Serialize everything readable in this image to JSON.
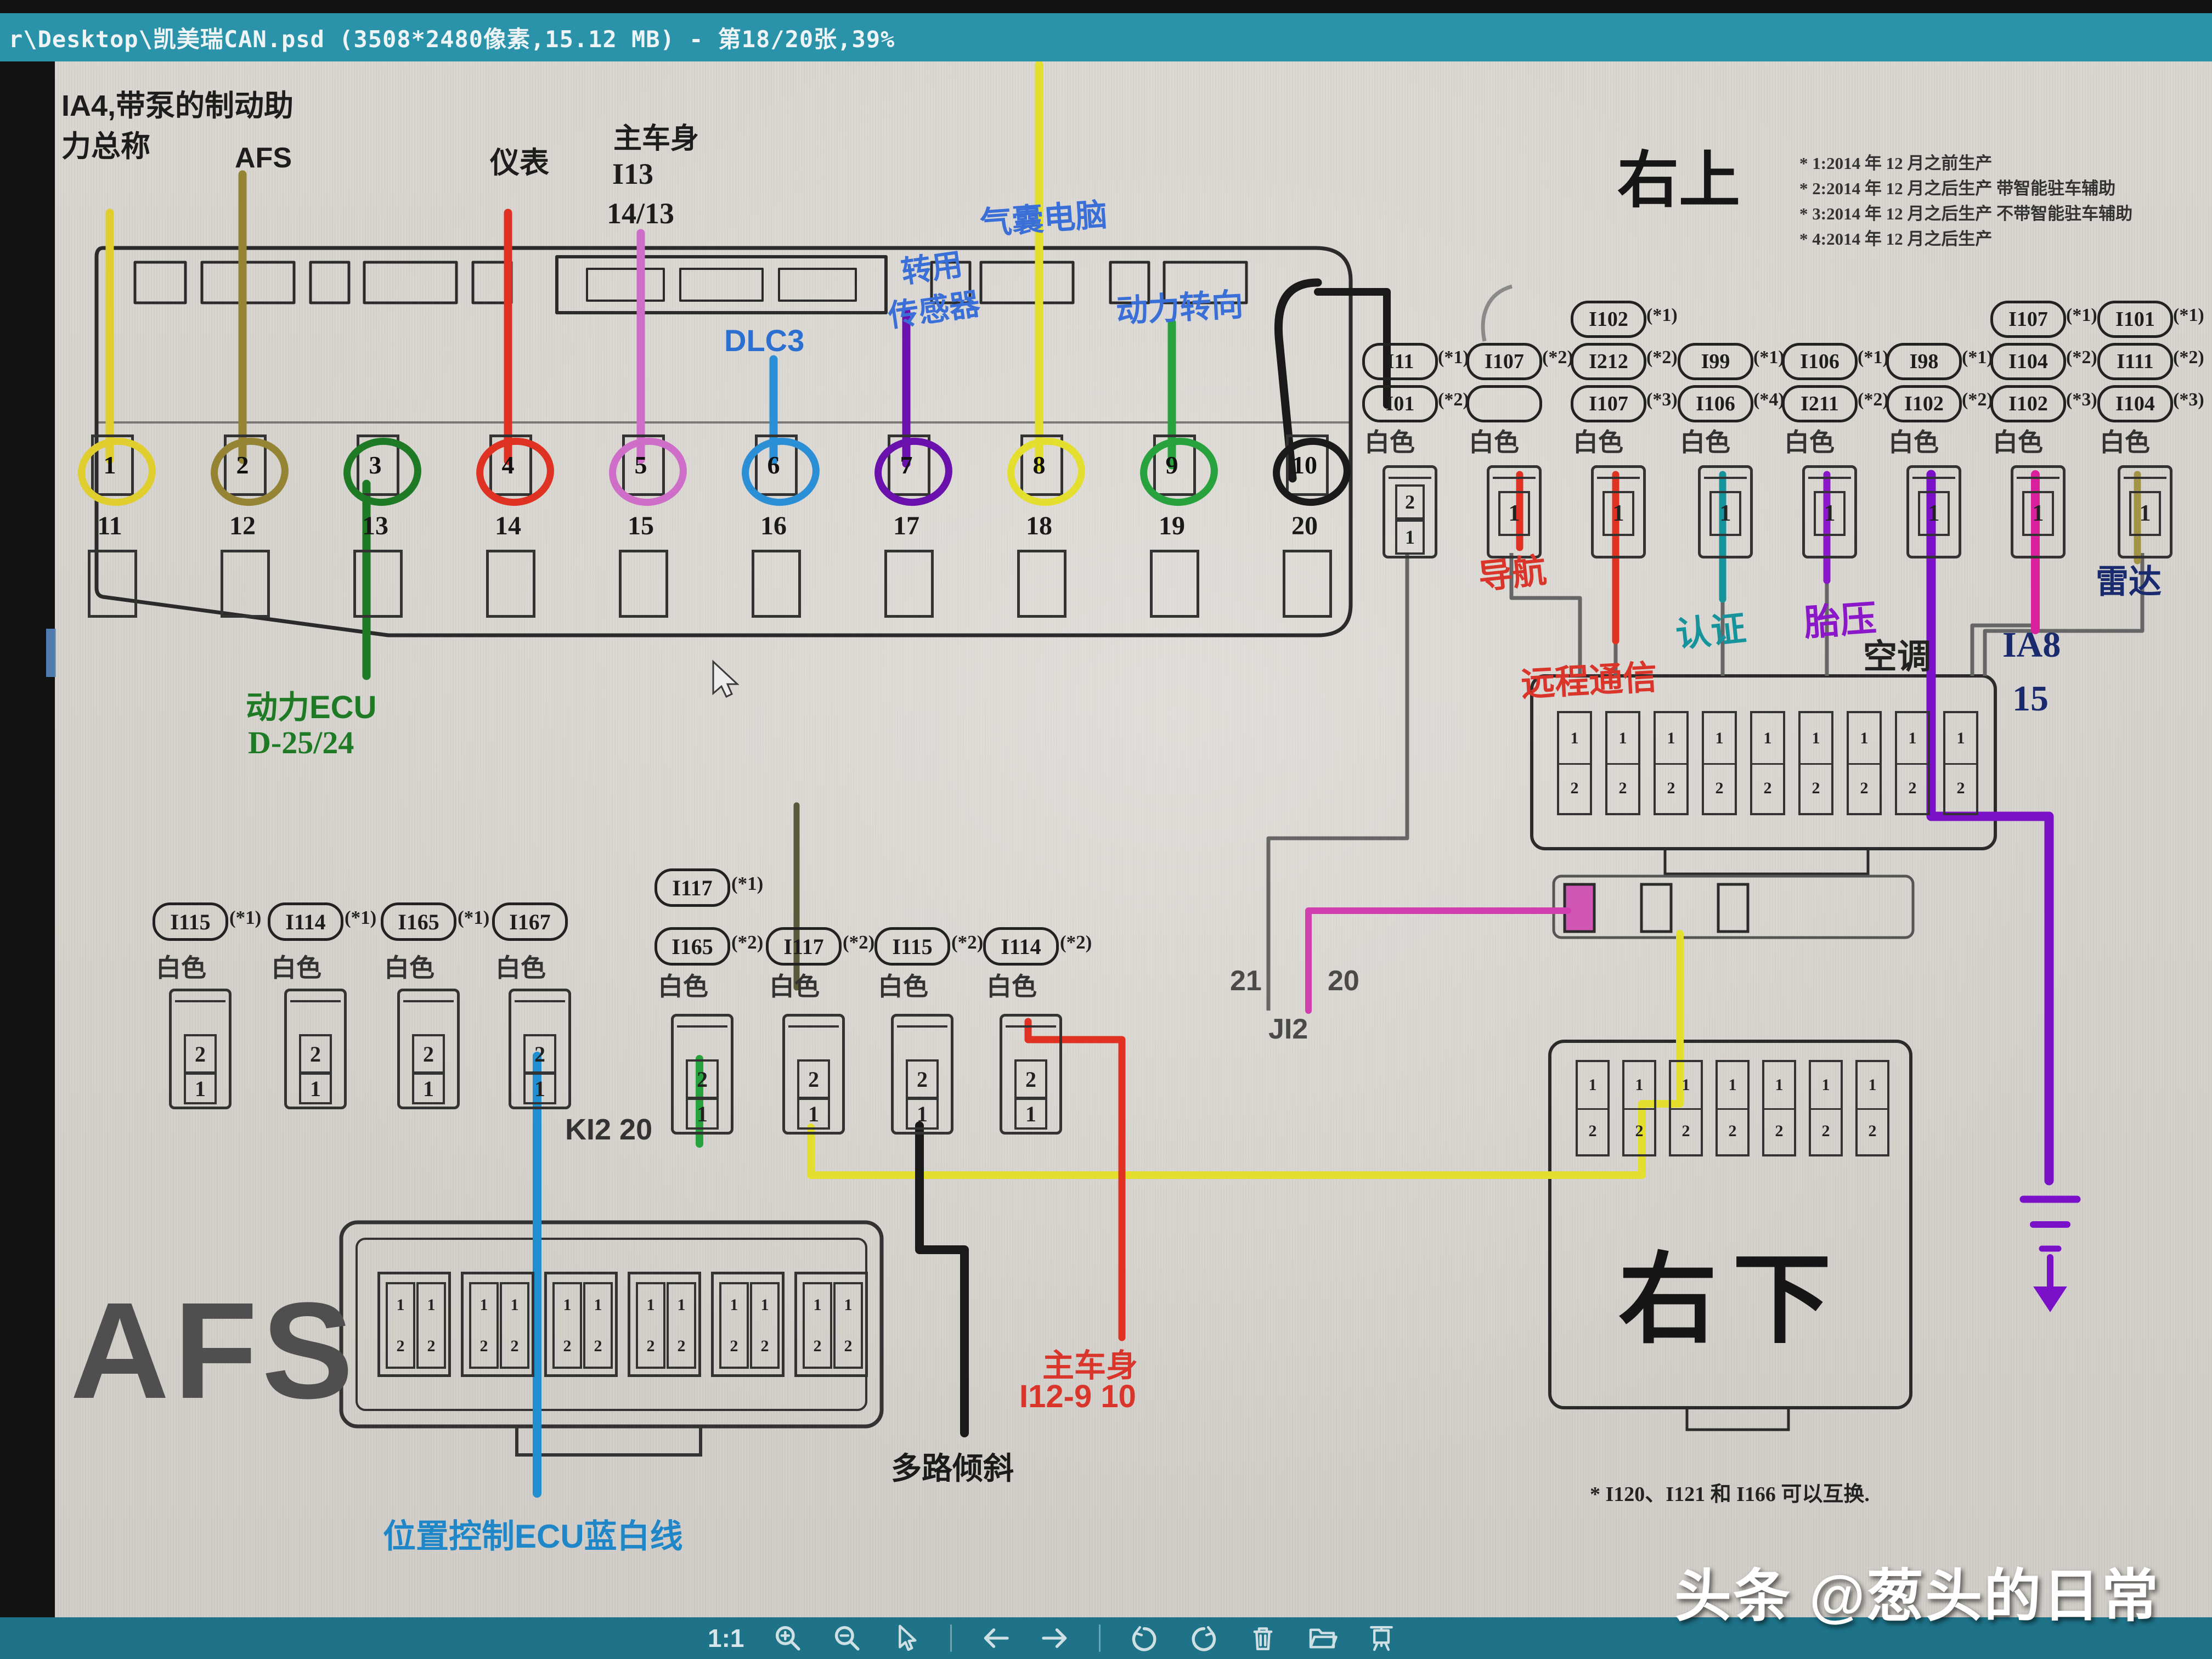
{
  "window": {
    "title": "r\\Desktop\\凯美瑞CAN.psd (3508*2480像素,15.12 MB) - 第18/20张,39%"
  },
  "toolbar": {
    "zoom_label": "1:1",
    "icons": [
      "zoom-in",
      "zoom-out",
      "pointer",
      "sep",
      "back",
      "forward",
      "sep",
      "undo",
      "redo",
      "delete",
      "folder",
      "screen"
    ]
  },
  "watermark": "头条 @葱头的日常",
  "production_notes": [
    "* 1:2014 年 12 月之前生产",
    "* 2:2014 年 12 月之后生产 带智能驻车辅助",
    "* 3:2014 年 12 月之后生产 不带智能驻车辅助",
    "* 4:2014 年 12 月之后生产"
  ],
  "interchange_note": "* I120、I121 和 I166 可以互换.",
  "annotations": {
    "ia4_line1": "IA4,带泵的制动助",
    "ia4_line2": "力总称",
    "afs_top": "AFS",
    "yibiao": "仪表",
    "zhucheshen_top": "主车身",
    "i13": "I13",
    "i13_pins": "14/13",
    "dlc3": "DLC3",
    "qinang": "气囊电脑",
    "zhuanyong1": "转用",
    "zhuanyong2": "传感器",
    "dongli_zhuanxiang": "动力转向",
    "youshang": "右上",
    "dongli_ecu1": "动力ECU",
    "dongli_ecu2": "D-25/24",
    "daohang": "导航",
    "yuancheng": "远程通信",
    "renzheng": "认证",
    "taiya": "胎压",
    "kongtiao": "空调",
    "ia8": "IA8",
    "ia8_pin": "15",
    "leida": "雷达",
    "ki2": "KI2 20",
    "duolu": "多路倾斜",
    "zhucheshen_red1": "主车身",
    "zhucheshen_red2": "I12-9 10",
    "weizhi": "位置控制ECU蓝白线",
    "label_21": "21",
    "label_20": "20",
    "ji2": "JI2",
    "youxia": "右下",
    "afs_big": "AFS"
  },
  "top_block": {
    "numbers": [
      "11",
      "12",
      "13",
      "14",
      "15",
      "16",
      "17",
      "18",
      "19",
      "20"
    ],
    "rings": [
      {
        "n": "1",
        "color": "#dfce2e"
      },
      {
        "n": "2",
        "color": "#958433"
      },
      {
        "n": "3",
        "color": "#1e7a24"
      },
      {
        "n": "4",
        "color": "#e03222"
      },
      {
        "n": "5",
        "color": "#cf6ec9"
      },
      {
        "n": "6",
        "color": "#2b8fd6"
      },
      {
        "n": "7",
        "color": "#6a10ad"
      },
      {
        "n": "8",
        "color": "#e4de2e"
      },
      {
        "n": "9",
        "color": "#27a23c"
      },
      {
        "n": "10",
        "color": "#1a1a1a"
      }
    ]
  },
  "right_columns": [
    {
      "ovals": [
        {
          "id": "I11",
          "star": "(*1)"
        },
        {
          "id": "I01",
          "star": "(*2)"
        }
      ],
      "color_label": "白色",
      "cells": [
        "2",
        "1"
      ]
    },
    {
      "ovals": [
        {
          "id": "I107",
          "star": "(*2)"
        },
        {
          "id": "",
          "star": ""
        }
      ],
      "color_label": "白色",
      "cells": [
        "1"
      ]
    },
    {
      "ovals": [
        {
          "id": "I102",
          "star": "(*1)"
        },
        {
          "id": "I212",
          "star": "(*2)"
        },
        {
          "id": "I107",
          "star": "(*3)"
        }
      ],
      "color_label": "白色",
      "cells": [
        "1"
      ]
    },
    {
      "ovals": [
        {
          "id": "I99",
          "star": "(*1)"
        },
        {
          "id": "I106",
          "star": "(*4)"
        }
      ],
      "color_label": "白色",
      "cells": [
        "1"
      ]
    },
    {
      "ovals": [
        {
          "id": "I106",
          "star": "(*1)"
        },
        {
          "id": "I211",
          "star": "(*2)"
        }
      ],
      "color_label": "白色",
      "cells": [
        "1"
      ]
    },
    {
      "ovals": [
        {
          "id": "I98",
          "star": "(*1)"
        },
        {
          "id": "I102",
          "star": "(*2)"
        }
      ],
      "color_label": "白色",
      "cells": [
        "1"
      ]
    },
    {
      "ovals": [
        {
          "id": "I107",
          "star": "(*1)"
        },
        {
          "id": "I104",
          "star": "(*2)"
        },
        {
          "id": "I102",
          "star": "(*3)"
        }
      ],
      "color_label": "白色",
      "cells": [
        "1"
      ]
    },
    {
      "ovals": [
        {
          "id": "I101",
          "star": "(*1)"
        },
        {
          "id": "I111",
          "star": "(*2)"
        },
        {
          "id": "I104",
          "star": "(*3)"
        }
      ],
      "color_label": "白色",
      "cells": [
        "1"
      ]
    }
  ],
  "mid_columns": [
    {
      "ovals": [
        {
          "id": "I115",
          "star": "(*1)"
        }
      ],
      "color_label": "白色",
      "cells": [
        "2",
        "1"
      ]
    },
    {
      "ovals": [
        {
          "id": "I114",
          "star": "(*1)"
        }
      ],
      "color_label": "白色",
      "cells": [
        "2",
        "1"
      ]
    },
    {
      "ovals": [
        {
          "id": "I165",
          "star": "(*1)"
        }
      ],
      "color_label": "白色",
      "cells": [
        "2",
        "1"
      ]
    },
    {
      "ovals": [
        {
          "id": "I167",
          "star": ""
        }
      ],
      "color_label": "白色",
      "cells": [
        "2",
        "1"
      ]
    },
    {
      "ovals": [
        {
          "id": "I117",
          "star": "(*1)"
        },
        {
          "id": "I165",
          "star": "(*2)"
        }
      ],
      "color_label": "白色",
      "cells": [
        "2",
        "1"
      ]
    },
    {
      "ovals": [
        {
          "id": "I117",
          "star": "(*2)"
        }
      ],
      "color_label": "白色",
      "cells": [
        "2",
        "1"
      ]
    },
    {
      "ovals": [
        {
          "id": "I115",
          "star": "(*2)"
        }
      ],
      "color_label": "白色",
      "cells": [
        "2",
        "1"
      ]
    },
    {
      "ovals": [
        {
          "id": "I114",
          "star": "(*2)"
        }
      ],
      "color_label": "白色",
      "cells": [
        "2",
        "1"
      ]
    }
  ],
  "ac_block": {
    "slot_count": 9,
    "slot_numbers": [
      "1",
      "2"
    ]
  },
  "rd_block": {
    "slot_count": 7,
    "slot_numbers": [
      "1",
      "2"
    ]
  },
  "afs_block": {
    "group_count": 6,
    "cell_numbers": [
      "1",
      "2"
    ]
  },
  "colors": {
    "titlebar": "#2a93aa",
    "toolbar_bar": "#1e7389",
    "paper": "#d8d4cf",
    "ink": "#2b2b2b",
    "wire_yellow": "#dfce2e",
    "wire_khaki": "#958433",
    "wire_green": "#1e7a24",
    "wire_red": "#e03222",
    "wire_orchid": "#cf6ec9",
    "wire_blue": "#2b8fd6",
    "wire_purple": "#6a10ad",
    "wire_yellow2": "#e4de2e",
    "wire_green2": "#27a23c",
    "wire_black": "#1a1a1a",
    "wire_teal": "#17939c",
    "wire_purple2": "#7a10c8",
    "wire_pink": "#d9219e",
    "wire_khaki2": "#a39344",
    "wire_magenta": "#cf3fae",
    "wire_midblue": "#1f8fd0",
    "wire_gray": "#666666",
    "wire_darkolive": "#5a5a3a",
    "text_blue": "#3a6fd8",
    "text_red": "#d9352a",
    "text_teal": "#17939c",
    "text_purple": "#8a18c8",
    "text_navy": "#1a2a6e",
    "text_green": "#1e7a24",
    "text_blueprint": "#2b6fd0",
    "text_lightblue": "#1f86c8"
  }
}
